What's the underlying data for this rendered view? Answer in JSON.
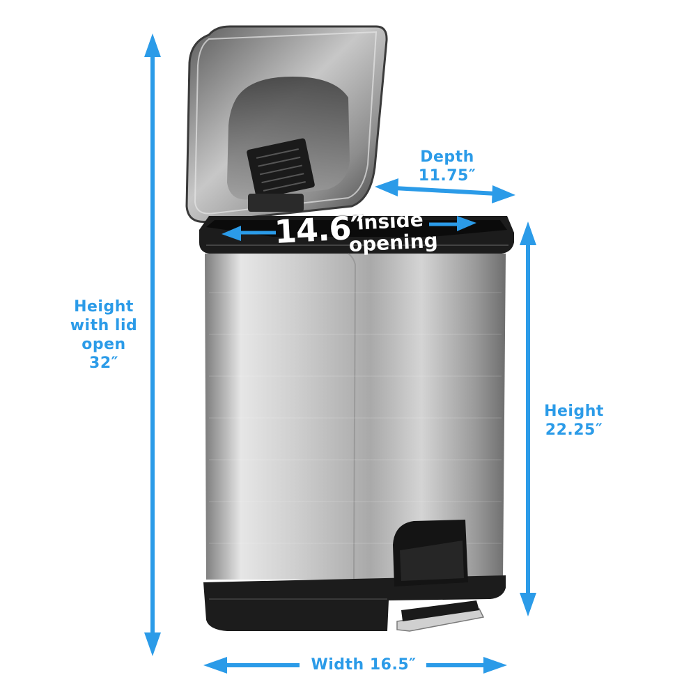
{
  "labels": {
    "height_lid_open": [
      "Height",
      "with lid",
      "open",
      "32″"
    ],
    "depth": [
      "Depth",
      "11.75″"
    ],
    "height": [
      "Height",
      "22.25″"
    ],
    "width": "Width 16.5″",
    "inside_value": "14.6″",
    "inside_words": [
      "inside",
      "opening"
    ]
  },
  "colors": {
    "dimension_blue": "#2b9be8",
    "trim_black": "#1c1c1c",
    "steel_light": "#d8d8d8",
    "steel_dark": "#8a8a8a"
  }
}
